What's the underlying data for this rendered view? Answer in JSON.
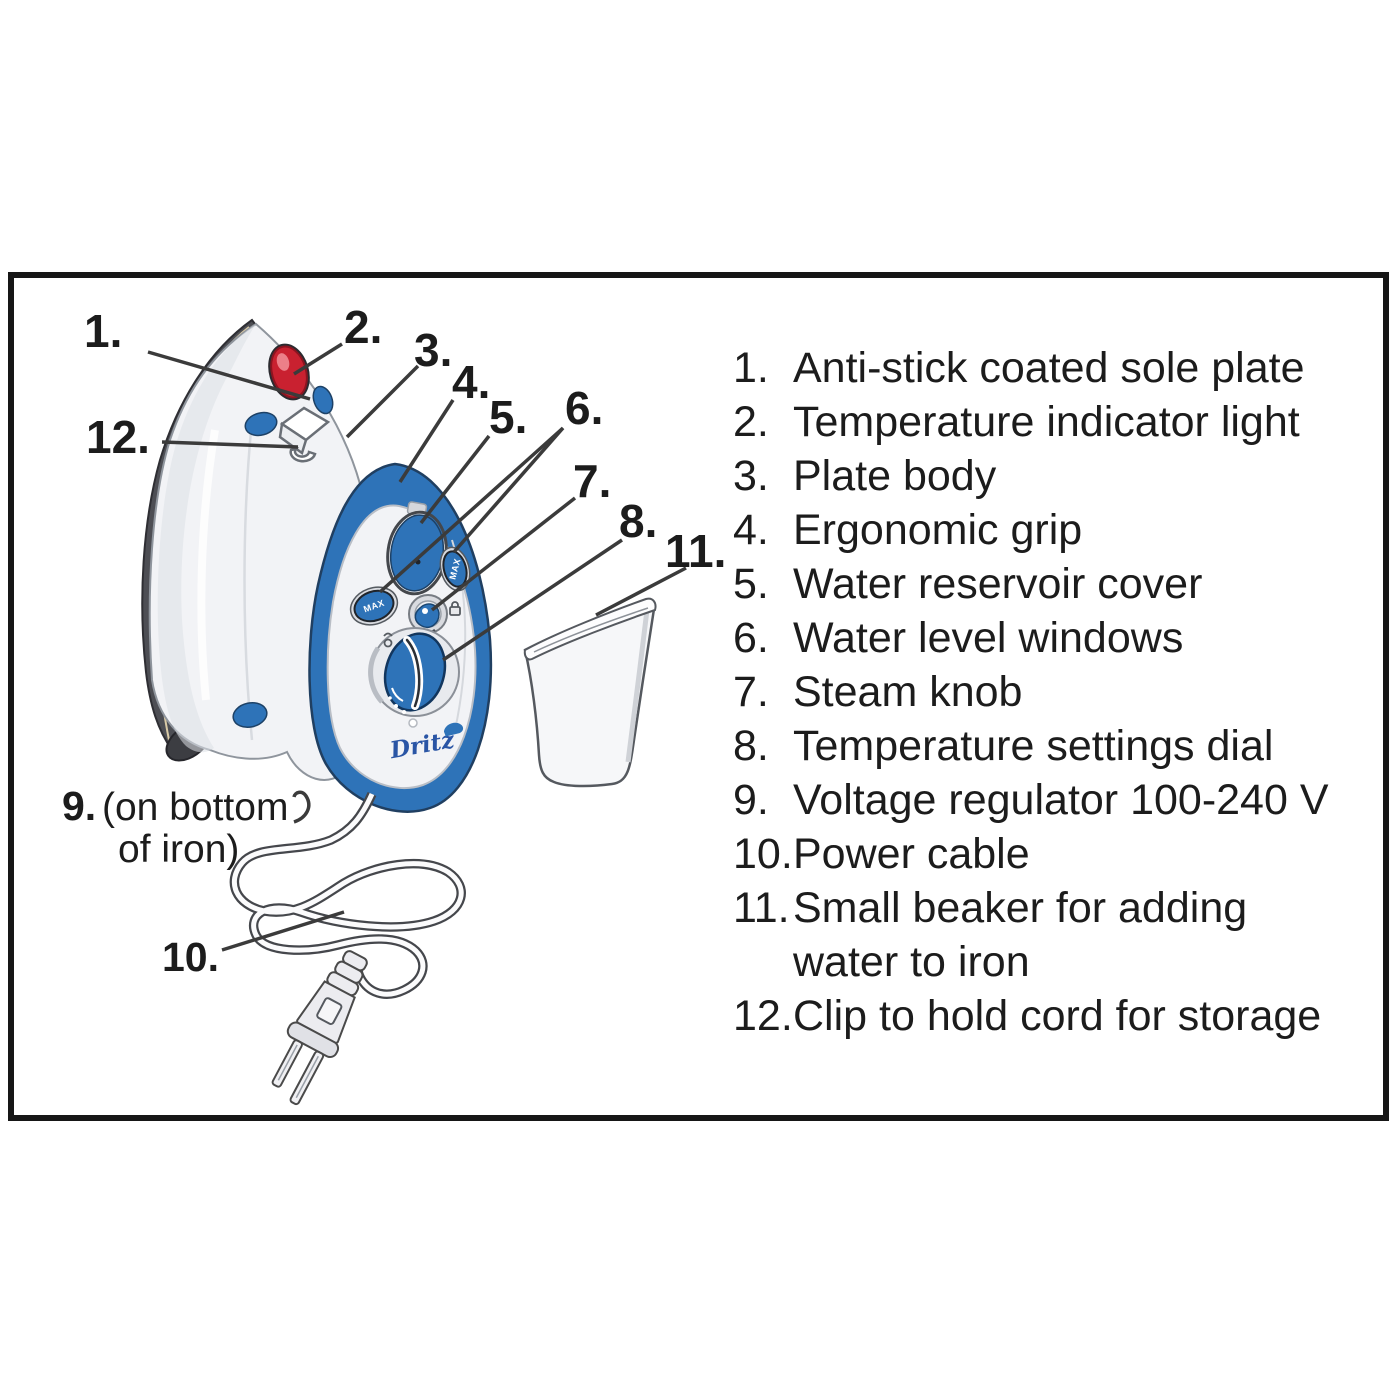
{
  "figure": {
    "type": "labeled parts diagram",
    "subject": "travel steam iron with power cord, plug and water beaker"
  },
  "legend": {
    "items": [
      {
        "num": "1.",
        "text": "Anti-stick coated sole plate"
      },
      {
        "num": "2.",
        "text": "Temperature indicator light"
      },
      {
        "num": "3.",
        "text": "Plate body"
      },
      {
        "num": "4.",
        "text": "Ergonomic grip"
      },
      {
        "num": "5.",
        "text": "Water reservoir cover"
      },
      {
        "num": "6.",
        "text": "Water level windows"
      },
      {
        "num": "7.",
        "text": "Steam knob"
      },
      {
        "num": "8.",
        "text": "Temperature settings dial"
      },
      {
        "num": "9.",
        "text": "Voltage regulator 100-240 V"
      },
      {
        "num": "10.",
        "text": "Power cable"
      },
      {
        "num": "11.",
        "text": "Small beaker for adding\nwater to iron"
      },
      {
        "num": "12.",
        "text": "Clip to hold cord for storage"
      }
    ]
  },
  "callouts": {
    "c1": "1.",
    "c2": "2.",
    "c3": "3.",
    "c4": "4.",
    "c5": "5.",
    "c6": "6.",
    "c7": "7.",
    "c8": "8.",
    "c9": "9.",
    "c10": "10.",
    "c11": "11.",
    "c12": "12.",
    "c9_note_line1": "(on bottom",
    "c9_note_line2": "of iron)"
  },
  "iron": {
    "brand": "Dritz",
    "window_label": "MAX"
  },
  "colors": {
    "accent_blue": "#2e73b8",
    "indicator_red": "#c92130",
    "sole_dark": "#4d4e54",
    "outline": "#3b3b3b",
    "text": "#1c1c1c"
  }
}
